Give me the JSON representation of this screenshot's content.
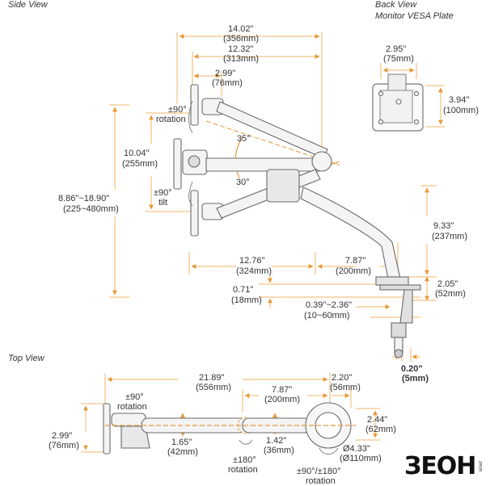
{
  "sections": {
    "side_view": "Side View",
    "back_view": "Back View",
    "back_view_sub": "Monitor VESA Plate",
    "top_view": "Top View"
  },
  "side": {
    "dim_total_in": "14.02\"",
    "dim_total_mm": "(356mm)",
    "dim_reach_in": "12.32\"",
    "dim_reach_mm": "(313mm)",
    "dim_head_in": "2.99\"",
    "dim_head_mm": "(76mm)",
    "rot_pm": "±90°",
    "rot_label": "rotation",
    "height_in": "10.04\"",
    "height_mm": "(255mm)",
    "range_in": "8.86\"~18.90\"",
    "range_mm": "(225~480mm)",
    "tilt_pm": "±90°",
    "tilt_label": "tilt",
    "angle_up": "35°",
    "angle_down": "30°",
    "pole_in": "9.33\"",
    "pole_mm": "(237mm)",
    "arm_in": "12.76\"",
    "arm_mm": "(324mm)",
    "lower_in": "7.87\"",
    "lower_mm": "(200mm)",
    "base_in": "0.71\"",
    "base_mm": "(18mm)",
    "clamp_h_in": "2.05\"",
    "clamp_h_mm": "(52mm)",
    "desk_in": "0.39\"~2.36\"",
    "desk_mm": "(10~60mm)",
    "gap_in": "0.20\"",
    "gap_mm": "(5mm)"
  },
  "back": {
    "w_in": "2.95\"",
    "w_mm": "(75mm)",
    "h_in": "3.94\"",
    "h_mm": "(100mm)"
  },
  "top": {
    "total_in": "21.89\"",
    "total_mm": "(556mm)",
    "lower_in": "7.87\"",
    "lower_mm": "(200mm)",
    "clamp_in": "2.20\"",
    "clamp_mm": "(56mm)",
    "rot_pm": "±90°",
    "rot_label": "rotation",
    "head_in": "2.99\"",
    "head_mm": "(76mm)",
    "arm1_in": "1.65\"",
    "arm1_mm": "(42mm)",
    "joint_pm": "±180°",
    "joint_label": "rotation",
    "arm2_in": "1.42\"",
    "arm2_mm": "(36mm)",
    "base_w_in": "2.44\"",
    "base_w_mm": "(62mm)",
    "base_d_in": "Ø4.33\"",
    "base_d_mm": "(Ø110mm)",
    "base_rot": "±90°/±180°",
    "base_rot_label": "rotation"
  },
  "brand": {
    "name": "ЗЕОН",
    "sub": "zeon"
  },
  "colors": {
    "dim": "#f0a23c",
    "dim_line": "#e8a24a",
    "axis": "#d98a2a",
    "line": "#555555"
  }
}
